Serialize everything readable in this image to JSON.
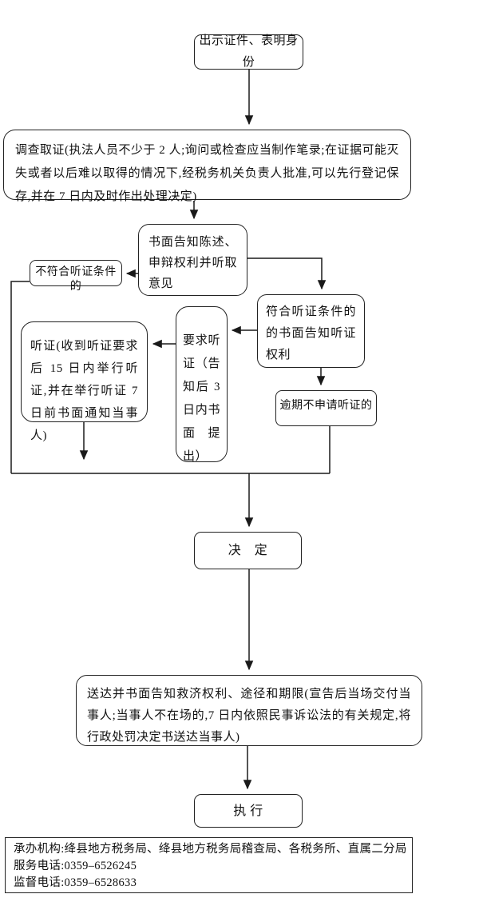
{
  "diagram": {
    "kind": "flowchart",
    "subject": "税务行政处罚程序流程图",
    "colors": {
      "line": "#1a1a1a",
      "border": "#222222",
      "background": "#ffffff",
      "text": "#111111"
    },
    "nodes": {
      "show_id": "出示证件、表明身份",
      "investigate": "调查取证(执法人员不少于 2 人;询问或检查应当制作笔录;在证据可能灭失或者以后难以取得的情况下,经税务机关负责人批准,可以先行登记保存,并在 7 日内及时作出处理决定)",
      "notify_rights": "书面告知陈述、申辩权利并听取意见",
      "not_qualified": "不符合听证条件的",
      "qualified": "符合听证条件的的书面告知听证权利",
      "request_hearing": "要求听证（告知后 3 日内书面提出）",
      "hearing": "听证(收到听证要求后 15 日内举行听证,并在举行听证 7 日前书面通知当事人)",
      "overdue": "逾期不申请听证的",
      "decision": "决　定",
      "deliver": "送达并书面告知救济权利、途径和期限(宣告后当场交付当事人;当事人不在场的,7 日内依照民事诉讼法的有关规定,将行政处罚决定书送达当事人)",
      "execute": "执 行"
    },
    "footer": {
      "organizer": "承办机构:绛县地方税务局、绛县地方税务局稽查局、各税务所、直属二分局",
      "service_phone": "服务电话:0359–6526245",
      "supervision_phone": "监督电话:0359–6528633"
    }
  }
}
